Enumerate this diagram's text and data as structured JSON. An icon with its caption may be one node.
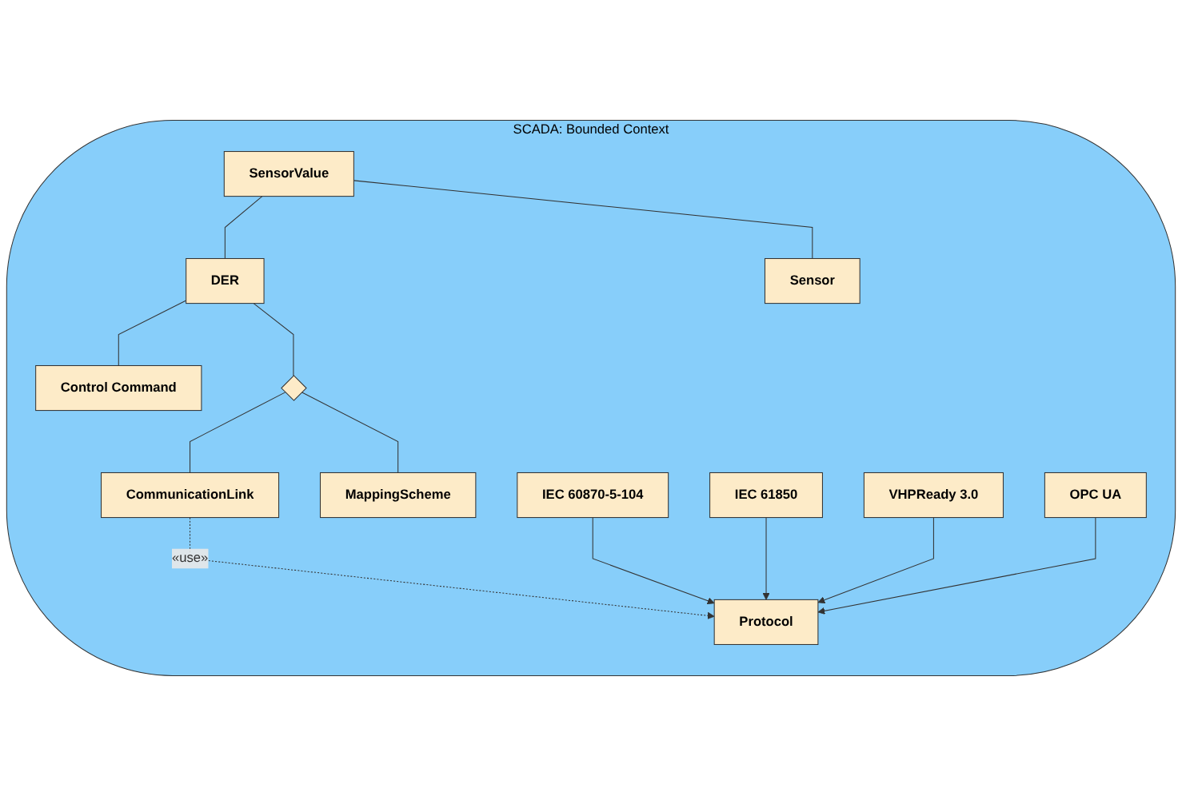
{
  "diagram": {
    "nodes": [
      {
        "text": [
          "SCADA: Bounded Context"
        ]
      },
      {
        "text": [
          "SensorValue"
        ],
        "in": 0
      },
      {
        "text": [
          "DER"
        ],
        "in": 0
      },
      {
        "text": [],
        "shape": "diamond",
        "in": 0
      },
      {
        "text": [
          "CommunicationLink"
        ],
        "in": 0
      },
      {
        "text": [
          "Sensor"
        ],
        "in": 0
      },
      {
        "text": [
          "Control Command"
        ],
        "in": 0
      },
      {
        "text": [
          "MappingScheme"
        ],
        "in": 0
      },
      {
        "text": [
          "Protocol"
        ],
        "in": 0
      },
      {
        "text": [
          "IEC 60870-5-104"
        ],
        "in": 0
      },
      {
        "text": [
          "IEC 61850"
        ],
        "in": 0
      },
      {
        "text": [
          "VHPReady 3.0"
        ],
        "in": 0
      },
      {
        "text": [
          "OPC UA"
        ],
        "in": 0
      }
    ],
    "edges": [
      {
        "from": 1,
        "to": 2,
        "arrow": "none"
      },
      {
        "from": 1,
        "to": 5,
        "arrow": "none"
      },
      {
        "from": 2,
        "to": 6,
        "arrow": "none"
      },
      {
        "from": 2,
        "to": 3,
        "arrow": "none"
      },
      {
        "from": 3,
        "to": 4,
        "arrow": "none"
      },
      {
        "from": 3,
        "to": 7,
        "arrow": "none"
      },
      {
        "from": 4,
        "to": 8,
        "arrow": "to",
        "style": "dashed",
        "label": "«use»"
      },
      {
        "from": 9,
        "to": 8,
        "arrow": "to"
      },
      {
        "from": 10,
        "to": 8,
        "arrow": "to"
      },
      {
        "from": 11,
        "to": 8,
        "arrow": "to"
      },
      {
        "from": 12,
        "to": 8,
        "arrow": "to"
      }
    ]
  }
}
